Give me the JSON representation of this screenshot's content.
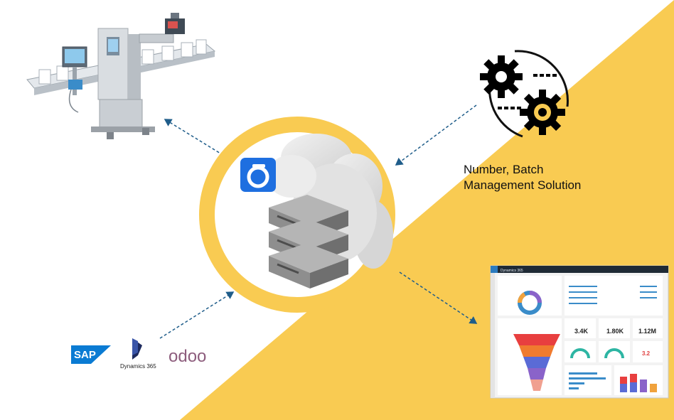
{
  "caption": {
    "line1": "Number, Batch",
    "line2": "Management Solution"
  },
  "logos": {
    "sap": "SAP",
    "dynamics": "Dynamics 365",
    "odoo": "odoo"
  },
  "dashboard": {
    "app_title": "Dynamics 365",
    "kpis": [
      "3.4K",
      "1.80K",
      "1.12M",
      "3.2"
    ]
  },
  "colors": {
    "accent_yellow": "#f9cb52",
    "arrow_blue": "#1f5d8a",
    "server_gray": "#8e8e8e",
    "app_icon_blue": "#1e6fe0",
    "sap_blue": "#0a7bd3",
    "odoo_purple": "#8d5d7d"
  },
  "icons": [
    "conveyor-machine-icon",
    "gears-icon",
    "cloud-server-icon",
    "app-logo-icon",
    "dashboard-screenshot-icon"
  ]
}
